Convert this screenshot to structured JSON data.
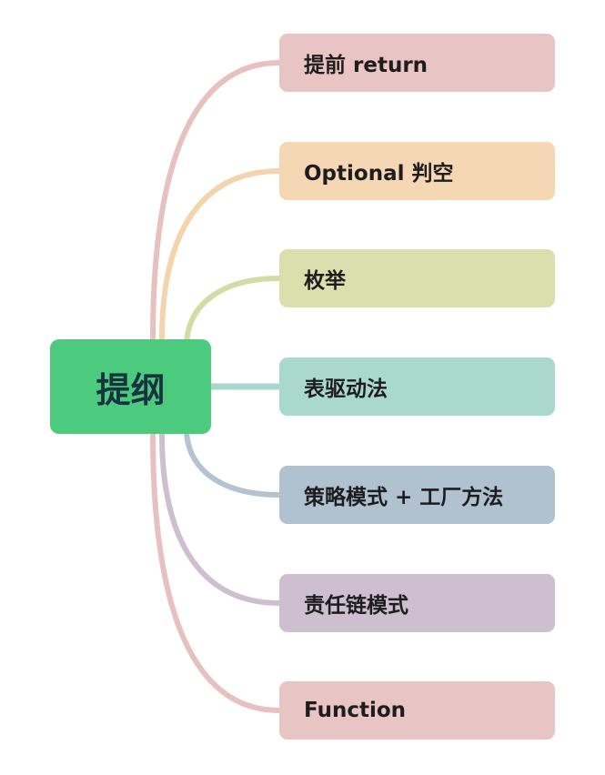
{
  "root": {
    "label": "提纲",
    "color": "#4ccb7f"
  },
  "branches": [
    {
      "label": "提前 return",
      "fill": "#e8c4c2",
      "line": "#e7c1c0"
    },
    {
      "label": "Optional 判空",
      "fill": "#f5d7b4",
      "line": "#f4d4ac"
    },
    {
      "label": "枚举",
      "fill": "#dbdfad",
      "line": "#d4dca6"
    },
    {
      "label": "表驱动法",
      "fill": "#a9d9cd",
      "line": "#a7d8cb"
    },
    {
      "label": "策略模式 + 工厂方法",
      "fill": "#b0c1d0",
      "line": "#b3c3d1"
    },
    {
      "label": "责任链模式",
      "fill": "#cdbfd0",
      "line": "#cdbfcf"
    },
    {
      "label": "Function",
      "fill": "#e8c4c2",
      "line": "#e7c1c0"
    }
  ]
}
